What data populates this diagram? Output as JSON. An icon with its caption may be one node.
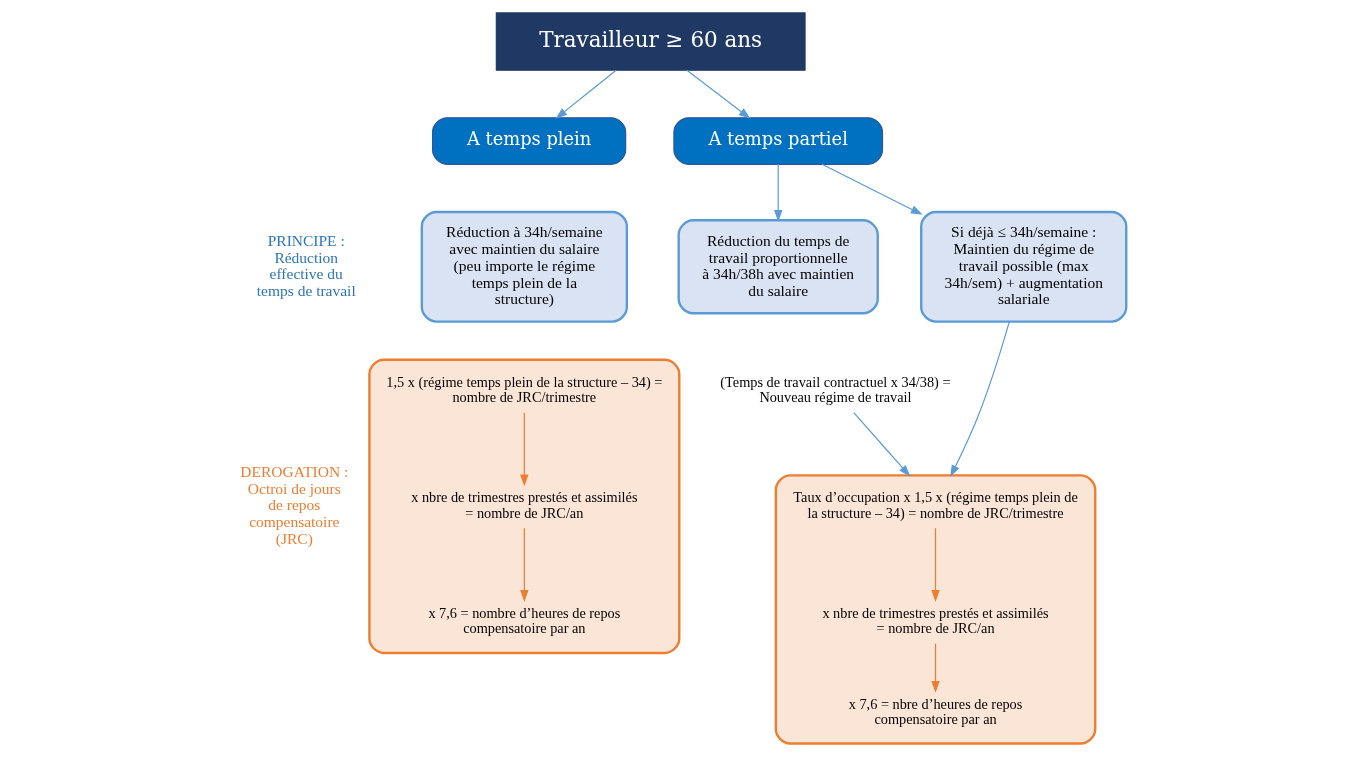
{
  "diagram": {
    "nodes": [
      {
        "text": [
          "Travailleur ≥ 60 ans"
        ]
      },
      {
        "text": [
          "A temps plein"
        ]
      },
      {
        "text": [
          "A temps partiel"
        ]
      },
      {
        "text": [
          "Réduction à 34h/semaine avec maintien du salaire",
          "(peu importe le régime temps plein de la structure)"
        ]
      },
      {
        "text": [
          "Réduction du temps de travail proportionnelle à 34h/38h avec maintien du salaire"
        ]
      },
      {
        "text": [
          "Si déjà ≤ 34h/semaine : Maintien du régime de travail possible (max 34h/sem) + augmentation salariale"
        ]
      },
      {
        "text": [
          "(Temps de travail contractuel x 34/38) = Nouveau régime de travail"
        ]
      },
      {
        "text": [],
        "shape": "box"
      },
      {
        "text": [
          "1,5 x (régime temps plein de la structure – 34) = nombre de JRC/trimestre"
        ],
        "in": 7
      },
      {
        "text": [
          "x nbre de trimestres prestés et assimilés = nombre de JRC/an"
        ],
        "in": 7
      },
      {
        "text": [
          "x 7,6 = nombre d’heures de repos compensatoire par an"
        ],
        "in": 7
      },
      {
        "text": [],
        "shape": "box"
      },
      {
        "text": [
          "Taux d’occupation x 1,5 x (régime temps plein de la structure – 34) = nombre de JRC/trimestre"
        ],
        "in": 11
      },
      {
        "text": [
          "x nbre de trimestres prestés et assimilés = nombre de JRC/an"
        ],
        "in": 11
      },
      {
        "text": [
          "x 7,6 = nbre d’heures de repos compensatoire par an"
        ],
        "in": 11
      }
    ],
    "edges": [
      {
        "from": 0,
        "to": 1,
        "arrow": "to"
      },
      {
        "from": 0,
        "to": 2,
        "arrow": "to"
      },
      {
        "from": 2,
        "to": 4,
        "arrow": "to"
      },
      {
        "from": 2,
        "to": 5,
        "arrow": "to"
      },
      {
        "from": 6,
        "to": 11,
        "arrow": "to"
      },
      {
        "from": 5,
        "to": 11,
        "arrow": "to"
      },
      {
        "from": 8,
        "to": 9,
        "arrow": "to",
        "color": "#ed7d31"
      },
      {
        "from": 9,
        "to": 10,
        "arrow": "to",
        "color": "#ed7d31"
      },
      {
        "from": 12,
        "to": 13,
        "arrow": "to",
        "color": "#ed7d31"
      },
      {
        "from": 13,
        "to": 14,
        "arrow": "to",
        "color": "#ed7d31"
      }
    ],
    "labels": [
      "PRINCIPE : Réduction effective du temps de travail",
      "DEROGATION : Octroi de jours de repos compensatoire (JRC)"
    ]
  }
}
